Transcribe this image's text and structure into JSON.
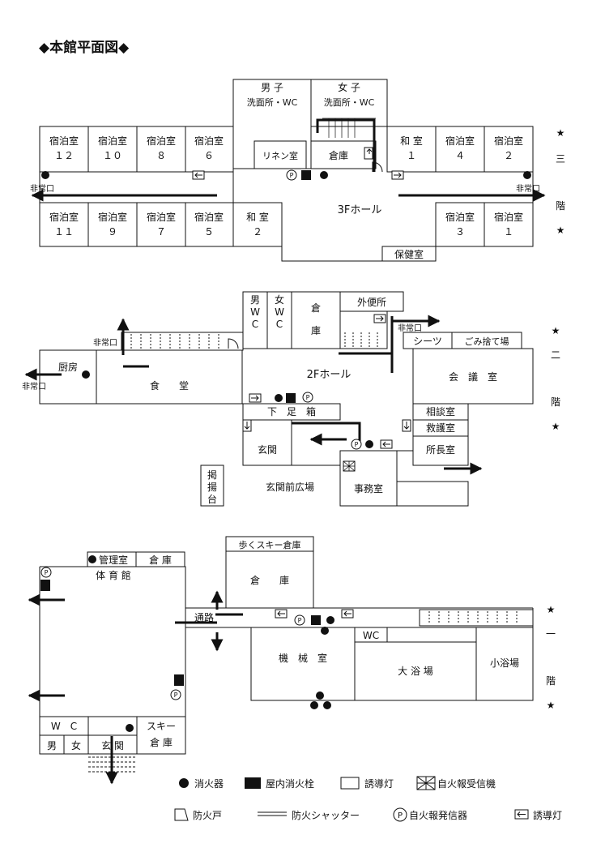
{
  "title": "◆本館平面図◆",
  "floor3": {
    "side_label": [
      "★",
      "三",
      "階",
      "★"
    ],
    "rooms": {
      "male_wc": [
        "男 子",
        "洗面所・WC"
      ],
      "female_wc": [
        "女 子",
        "洗面所・WC"
      ],
      "r12": [
        "宿泊室",
        "１２"
      ],
      "r10": [
        "宿泊室",
        "１０"
      ],
      "r8": [
        "宿泊室",
        "８"
      ],
      "r6": [
        "宿泊室",
        "６"
      ],
      "linen": "リネン室",
      "storage": "倉庫",
      "wa1": [
        "和 室",
        "１"
      ],
      "r4": [
        "宿泊室",
        "４"
      ],
      "r2": [
        "宿泊室",
        "２"
      ],
      "r11": [
        "宿泊室",
        "１１"
      ],
      "r9": [
        "宿泊室",
        "９"
      ],
      "r7": [
        "宿泊室",
        "７"
      ],
      "r5": [
        "宿泊室",
        "５"
      ],
      "wa2": [
        "和 室",
        "２"
      ],
      "r3": [
        "宿泊室",
        "３"
      ],
      "r1": [
        "宿泊室",
        "１"
      ],
      "health": "保健室"
    },
    "hall": "3Fホール",
    "exit_left": "非常口",
    "exit_right": "非常口"
  },
  "floor2": {
    "side_label": [
      "★",
      "二",
      "階",
      "★"
    ],
    "rooms": {
      "male_wc": [
        "男",
        "W",
        "C"
      ],
      "female_wc": [
        "女",
        "W",
        "C"
      ],
      "storage": [
        "倉",
        "庫"
      ],
      "outdoor_toilet": "外便所",
      "sheets": "シーツ",
      "garbage": "ごみ捨て場",
      "kitchen": "厨房",
      "dining": "食　　堂",
      "meeting": "会　議　室",
      "shoe_box": "下　足　箱",
      "entrance": "玄関",
      "consult": "相談室",
      "first_aid": "救護室",
      "director": "所長室",
      "office": "事務室",
      "bulletin": [
        "掲",
        "揚",
        "台"
      ]
    },
    "hall": "2Fホール",
    "exit_top_left": "非常口",
    "exit_left": "非常口",
    "exit_right": "非常口",
    "plaza": "玄関前広場"
  },
  "floor1": {
    "side_label": [
      "★",
      "一",
      "階",
      "★"
    ],
    "rooms": {
      "manager": "管理室",
      "storage_small": "倉 庫",
      "gym": "体 育 館",
      "ski_storage": "歩くスキー倉庫",
      "storage_big": "倉　　庫",
      "passage": "通路",
      "machine": "機　械　室",
      "wc": "WC",
      "big_bath": "大 浴 場",
      "small_bath": "小浴場",
      "wc_w": "W　C",
      "male": "男",
      "female": "女",
      "entrance": "玄 関",
      "ski_store": [
        "スキー",
        "倉 庫"
      ]
    }
  },
  "legend": {
    "extinguisher": "消火器",
    "hydrant": "屋内消火栓",
    "guide_light_box": "誘導灯",
    "fire_receiver": "自火報受信機",
    "fire_door": "防火戸",
    "fire_shutter": "防火シャッター",
    "fire_transmitter": "自火報発信器",
    "guide_light_arrow": "誘導灯",
    "p_symbol": "P"
  }
}
